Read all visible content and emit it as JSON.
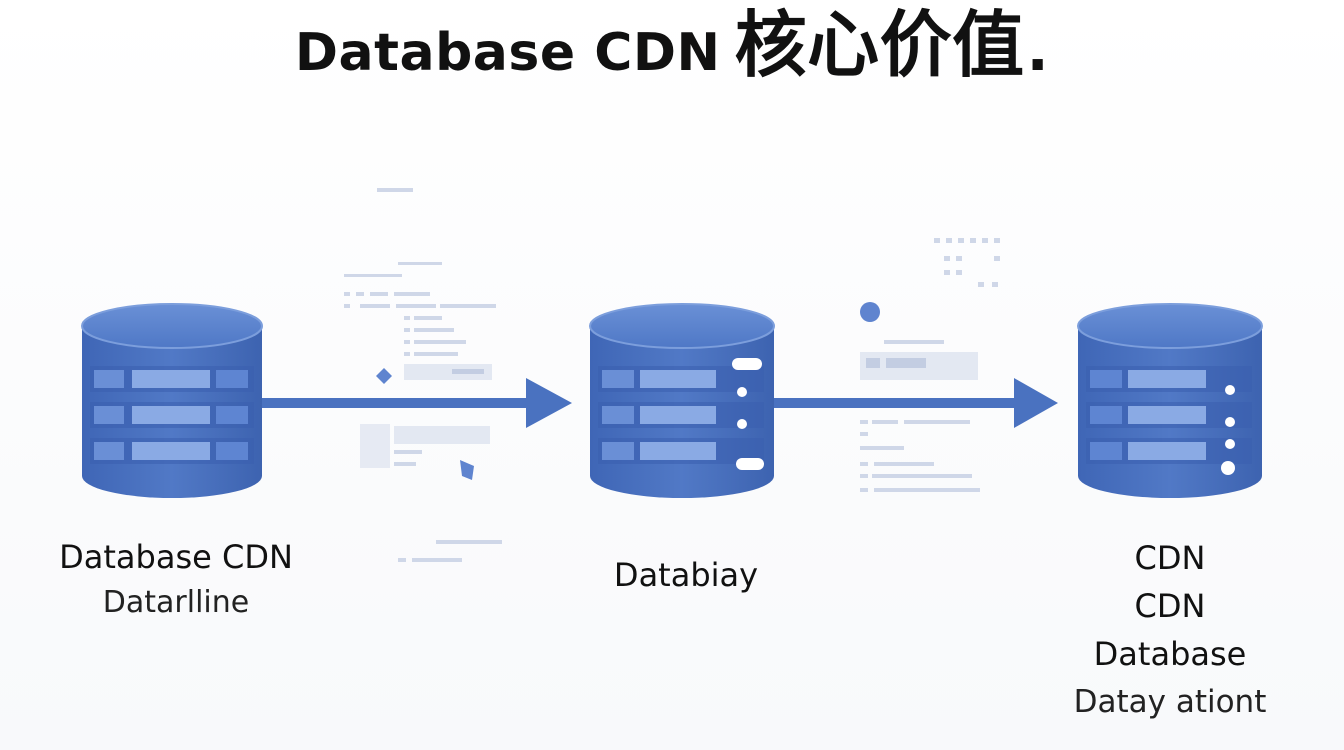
{
  "title": {
    "latin": "Database CDN",
    "cjk": "核心价值",
    "dot": "."
  },
  "nodes": [
    {
      "id": "source",
      "lines": [
        "Database CDN",
        "Datarlline"
      ]
    },
    {
      "id": "middle",
      "lines": [
        "Databiay"
      ]
    },
    {
      "id": "destination",
      "lines": [
        "CDN",
        "CDN",
        "Database",
        "Datay ationt"
      ]
    }
  ],
  "colors": {
    "cylinder_body": "#4c73c2",
    "cylinder_top": "#5c84cf",
    "cylinder_shadow": "#3b5fa8",
    "stripe": "#7fa1e0",
    "arrow": "#4a72c0",
    "faint_text": "#c9d2e6",
    "dot": "#5f84cf"
  },
  "icons": [
    "database-cylinder-icon",
    "arrow-right-icon"
  ]
}
